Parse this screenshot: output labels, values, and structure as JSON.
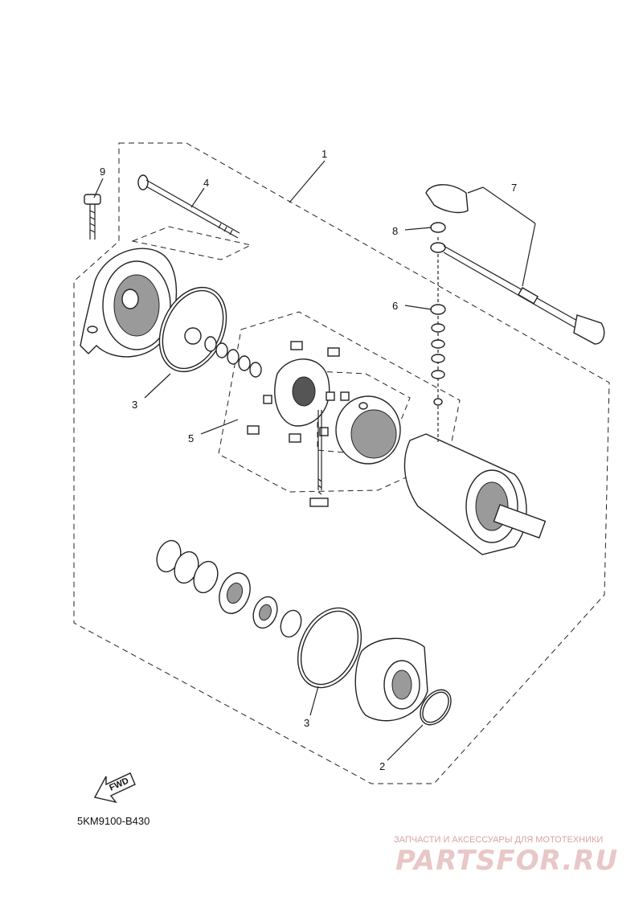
{
  "diagram": {
    "callouts": [
      {
        "id": "c1",
        "label": "1"
      },
      {
        "id": "c2",
        "label": "2"
      },
      {
        "id": "c3a",
        "label": "3"
      },
      {
        "id": "c3b",
        "label": "3"
      },
      {
        "id": "c4",
        "label": "4"
      },
      {
        "id": "c5",
        "label": "5"
      },
      {
        "id": "c6",
        "label": "6"
      },
      {
        "id": "c7",
        "label": "7"
      },
      {
        "id": "c8",
        "label": "8"
      },
      {
        "id": "c9",
        "label": "9"
      }
    ],
    "fwd_label": "FWD",
    "diagram_code": "5KM9100-B430"
  },
  "watermark": {
    "tagline": "ЗАПЧАСТИ И АКСЕССУАРЫ ДЛЯ МОТОТЕХНИКИ",
    "brand": "PARTSFOR.RU",
    "color": "#e9c7c7"
  }
}
